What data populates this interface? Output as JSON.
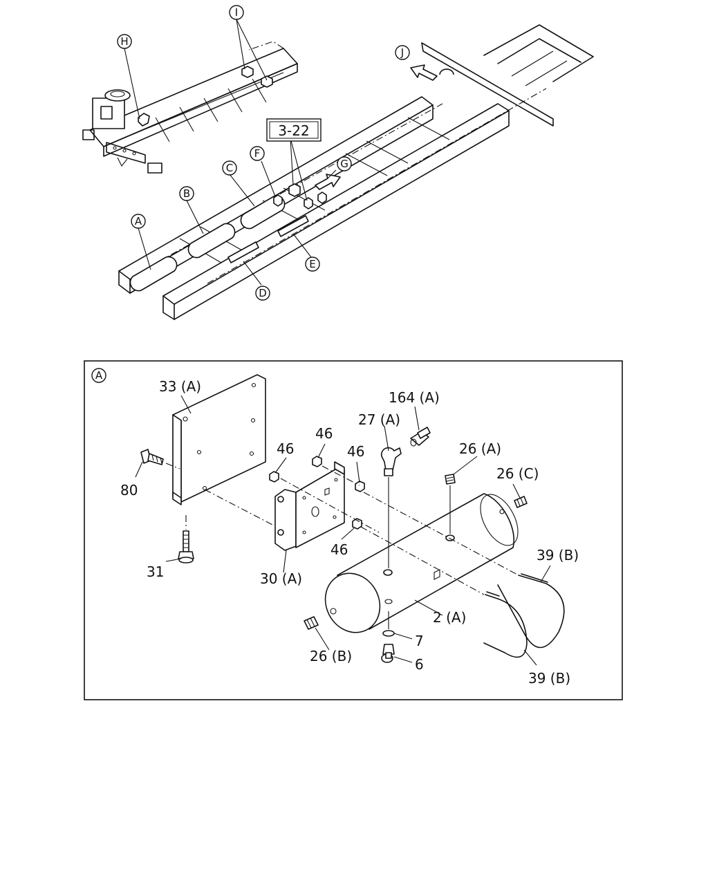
{
  "overview": {
    "ref_box": "3-22",
    "callouts": {
      "A": "A",
      "B": "B",
      "C": "C",
      "D": "D",
      "E": "E",
      "F": "F",
      "G": "G",
      "H": "H",
      "I": "I",
      "J": "J"
    }
  },
  "detail": {
    "panel_tag": "A",
    "parts": {
      "p33": "33 (A)",
      "p80": "80",
      "p31": "31",
      "p30": "30 (A)",
      "p46a": "46",
      "p46b": "46",
      "p46c": "46",
      "p46d": "46",
      "p27": "27 (A)",
      "p164": "164 (A)",
      "p26a": "26 (A)",
      "p26c": "26 (C)",
      "p26b": "26 (B)",
      "p39a": "39 (B)",
      "p39b": "39 (B)",
      "p2": "2 (A)",
      "p7": "7",
      "p6": "6"
    }
  }
}
